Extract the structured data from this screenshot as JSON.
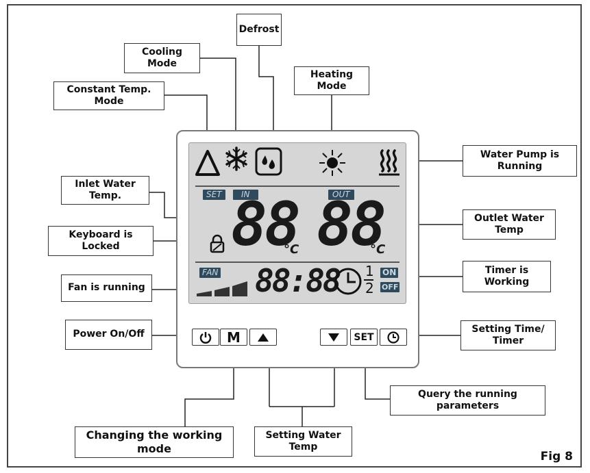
{
  "figure_label": "Fig 8",
  "callouts": {
    "defrost": "Defrost",
    "cooling_mode": "Cooling\nMode",
    "heating_mode": "Heating\nMode",
    "constant_temp_mode": "Constant Temp.\nMode",
    "water_pump_running": "Water Pump is\nRunning",
    "inlet_water_temp": "Inlet Water\nTemp.",
    "outlet_water_temp": "Outlet Water\nTemp",
    "keyboard_locked": "Keyboard is\nLocked",
    "fan_running": "Fan is running",
    "timer_working": "Timer is\nWorking",
    "power_on_off": "Power On/Off",
    "setting_time_timer": "Setting Time/\nTimer",
    "query_running_parameters": "Query the running\nparameters",
    "changing_working_mode": "Changing the working\nmode",
    "setting_water_temp": "Setting Water\nTemp"
  },
  "lcd": {
    "set_tag": "SET",
    "in_tag": "IN",
    "out_tag": "OUT",
    "fan_tag": "FAN",
    "inlet_digits": "88",
    "outlet_digits": "88",
    "temp_unit": "°C",
    "clock_digits": "88:88",
    "timer_1": "1",
    "timer_2": "2",
    "on_tag": "ON",
    "off_tag": "OFF"
  },
  "buttons": {
    "mode_label": "M",
    "set_label": "SET"
  },
  "icons": {
    "constant_temp": "triangle-icon",
    "cooling": "snowflake-icon",
    "defrost": "water-drops-icon",
    "heating": "sun-icon",
    "water_pump": "heat-waves-icon",
    "lock": "lock-icon",
    "clock": "clock-icon",
    "power": "power-icon",
    "up": "up-arrow-icon",
    "down": "down-arrow-icon",
    "timer": "clock-icon"
  }
}
